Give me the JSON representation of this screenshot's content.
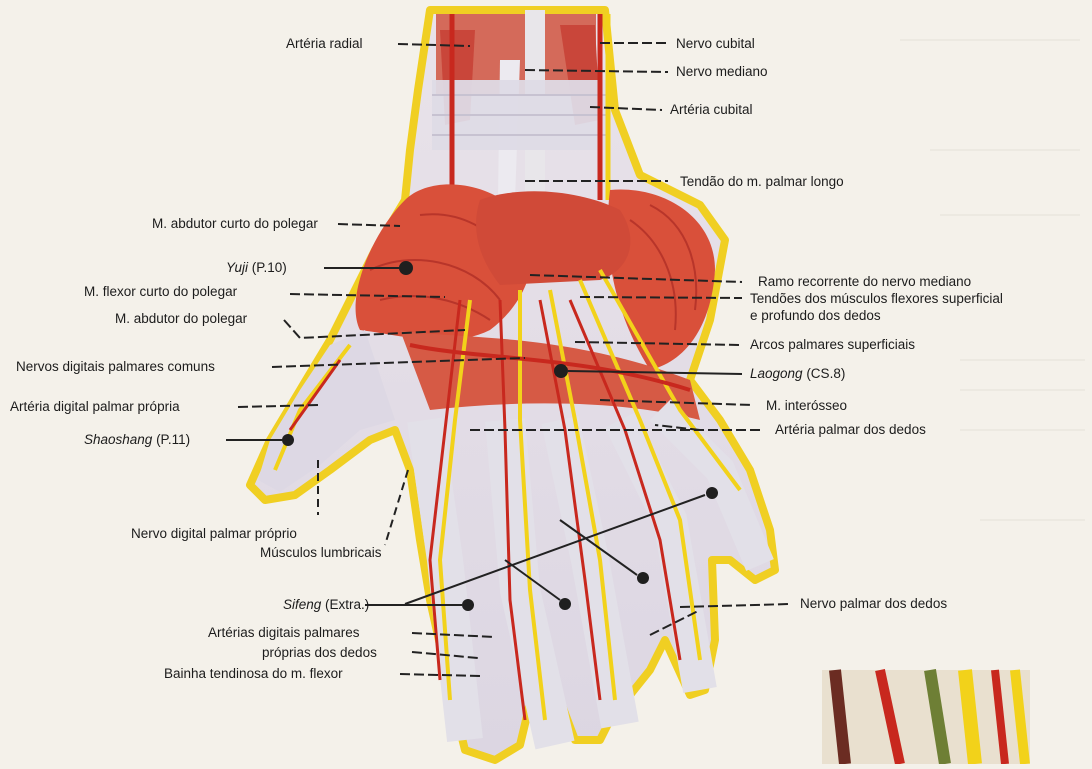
{
  "labels": {
    "arteria_radial": "Artéria radial",
    "nervo_cubital": "Nervo cubital",
    "nervo_mediano": "Nervo mediano",
    "arteria_cubital": "Artéria cubital",
    "tendao_palmar_longo": "Tendão do m. palmar longo",
    "abdutor_curto_polegar": "M. abdutor curto do polegar",
    "yuji_name": "Yuji",
    "yuji_code": " (P.10)",
    "flexor_curto_polegar": "M. flexor curto do polegar",
    "abdutor_polegar": "M. abdutor do polegar",
    "nervos_digitais_comuns": "Nervos digitais palmares comuns",
    "arteria_digital_propria": "Artéria digital palmar própria",
    "shaoshang_name": "Shaoshang",
    "shaoshang_code": " (P.11)",
    "ramo_recorrente": "Ramo recorrente do nervo mediano",
    "tendoes_flexores_1": "Tendões dos músculos flexores superficial",
    "tendoes_flexores_2": "e profundo dos dedos",
    "arcos_palmares": "Arcos palmares superficiais",
    "laogong_name": "Laogong",
    "laogong_code": " (CS.8)",
    "interosseo": "M. interósseo",
    "arteria_palmar_dedos": "Artéria palmar dos dedos",
    "nervo_digital_proprio": "Nervo digital palmar próprio",
    "musculos_lumbricais": "Músculos lumbricais",
    "sifeng_name": "Sifeng",
    "sifeng_code": " (Extra.)",
    "arterias_digitais_1": "Artérias digitais palmares",
    "arterias_digitais_2": "próprias dos dedos",
    "bainha_tendinosa": "Bainha tendinosa do m. flexor",
    "nervo_palmar_dedos": "Nervo palmar dos dedos"
  },
  "colors": {
    "background": "#f4f1ea",
    "muscle": "#d9503a",
    "muscle_dark": "#b8352a",
    "tendon": "#e9e7ec",
    "nerve": "#f2d21a",
    "artery": "#c8281e",
    "leader": "#222222"
  }
}
